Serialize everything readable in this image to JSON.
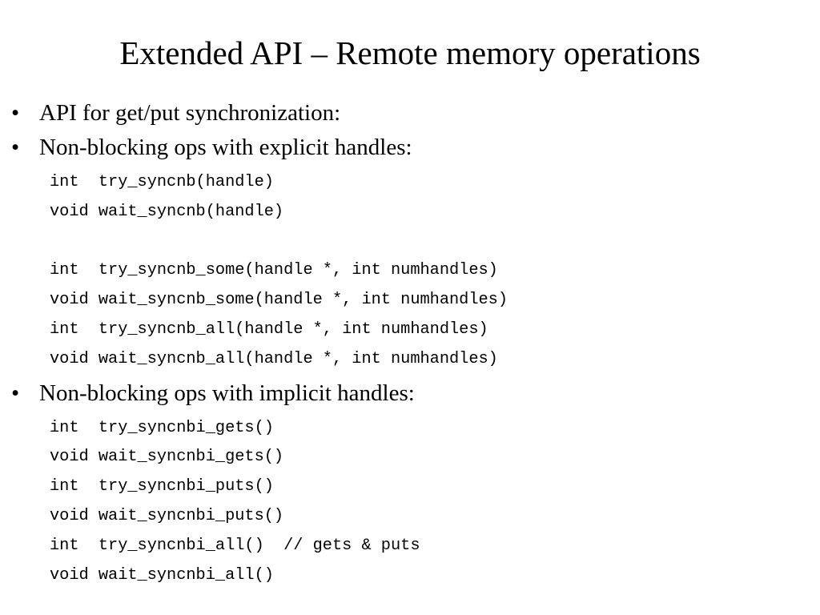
{
  "slide": {
    "title": "Extended API – Remote memory operations",
    "bullet_symbol": "•",
    "bullets": [
      {
        "text": "API for get/put synchronization:",
        "code": []
      },
      {
        "text": "Non-blocking ops with explicit handles:",
        "code": [
          "int  try_syncnb(handle)",
          "void wait_syncnb(handle)",
          "",
          "int  try_syncnb_some(handle *, int numhandles)",
          "void wait_syncnb_some(handle *, int numhandles)",
          "int  try_syncnb_all(handle *, int numhandles)",
          "void wait_syncnb_all(handle *, int numhandles)"
        ]
      },
      {
        "text": "Non-blocking ops with implicit handles:",
        "code": [
          "int  try_syncnbi_gets()",
          "void wait_syncnbi_gets()",
          "int  try_syncnbi_puts()",
          "void wait_syncnbi_puts()",
          "int  try_syncnbi_all()  // gets & puts",
          "void wait_syncnbi_all()"
        ]
      }
    ]
  }
}
